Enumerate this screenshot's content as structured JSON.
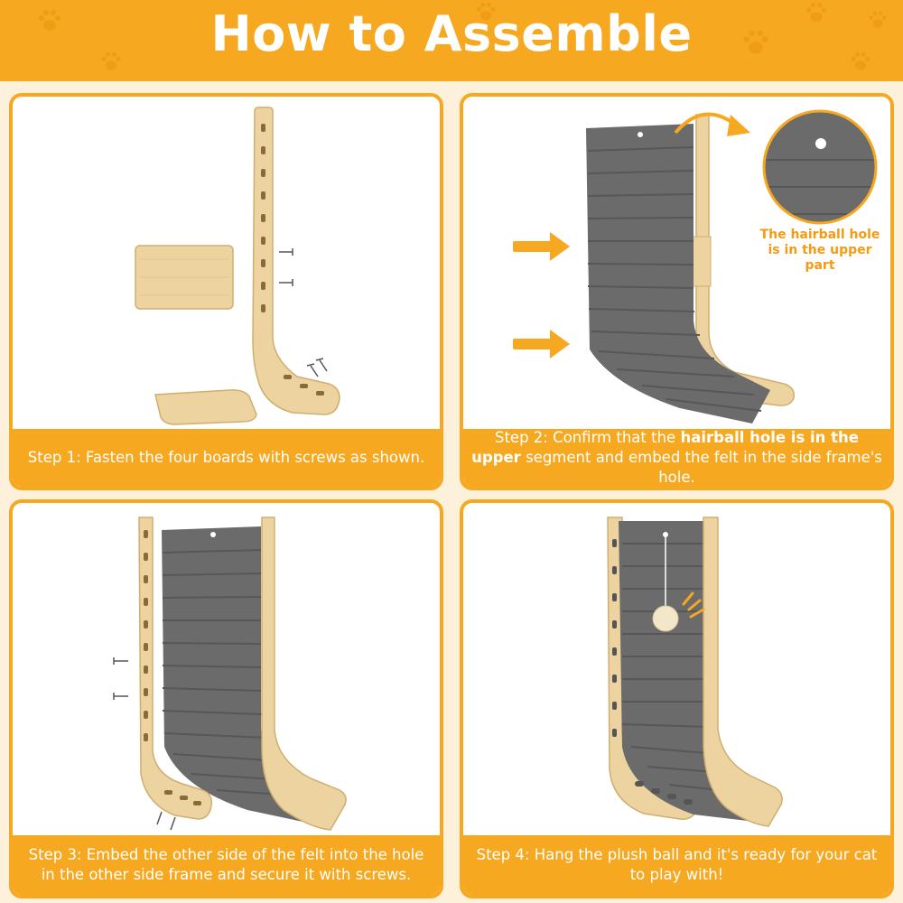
{
  "header": {
    "title": "How to Assemble"
  },
  "steps": [
    {
      "caption": "Step 1: Fasten the four boards with screws as shown."
    },
    {
      "caption_prefix": "Step 2: Confirm that the ",
      "caption_bold": "hairball hole is in the upper",
      "caption_suffix": " segment and embed the felt in the side frame's hole."
    },
    {
      "caption": "Step 3: Embed the other side of the felt into the hole in the other side frame and secure it with screws."
    },
    {
      "caption": "Step 4: Hang the plush ball and it's ready for your cat to play with!"
    }
  ],
  "callout": {
    "text": "The hairball hole is in the upper part"
  },
  "colors": {
    "accent": "#f7a821",
    "background": "#fdf1dc",
    "felt": "#6b6b6b",
    "wood": "#ecd3a0"
  },
  "icons": [
    "paw-icon",
    "arrow-right-icon",
    "curved-arrow-icon",
    "screw-icon",
    "plush-ball-icon"
  ]
}
